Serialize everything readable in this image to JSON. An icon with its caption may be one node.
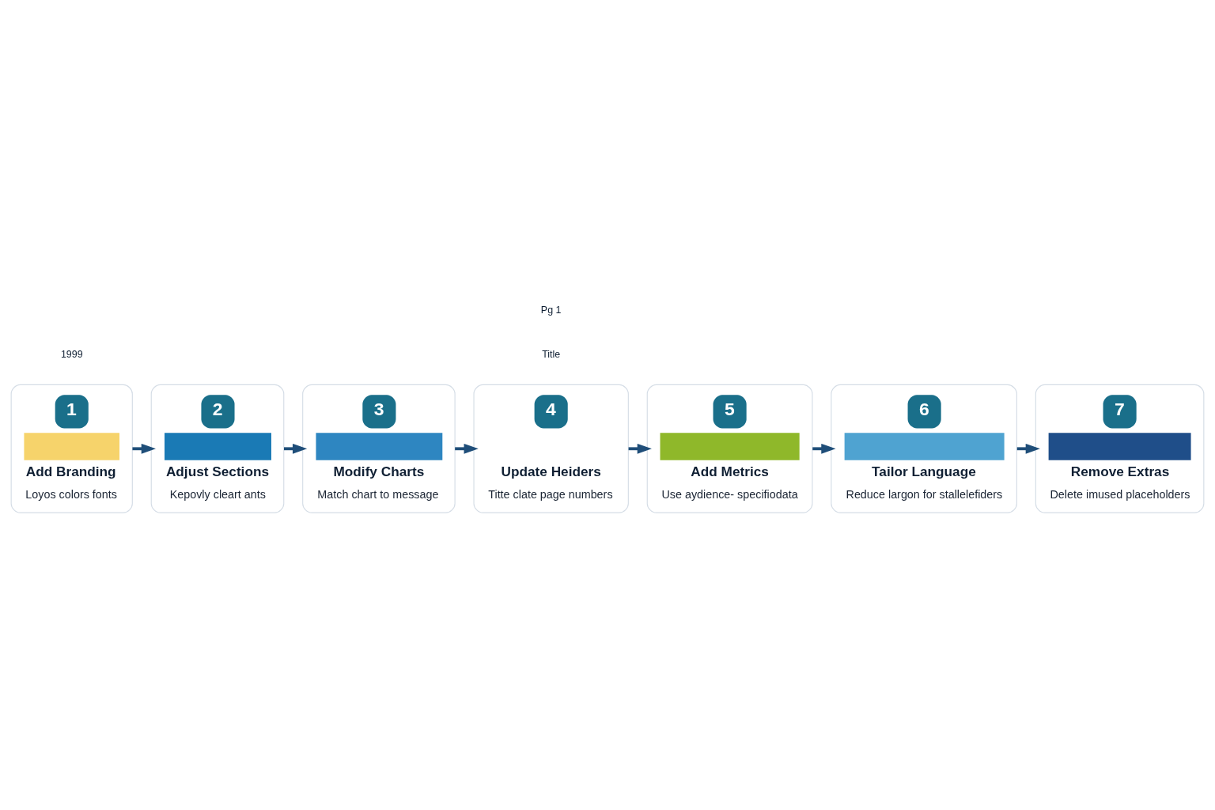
{
  "diagram": {
    "nodes": [
      {
        "text": [
          "1",
          "Add Branding",
          "Loyos colors fonts"
        ]
      },
      {
        "text": [
          "2",
          "Adjust Sections",
          "Kepovly cleart ants"
        ]
      },
      {
        "text": [
          "3",
          "Modify Charts",
          "Match chart to message"
        ]
      },
      {
        "text": [
          "4",
          "Update Heiders",
          "Titte clate page numbers"
        ]
      },
      {
        "text": [
          "5",
          "Add Metrics",
          "Use aydience- specifiodata"
        ]
      },
      {
        "text": [
          "6",
          "Tailor Language",
          "Reduce largon for stallelefiders"
        ]
      },
      {
        "text": [
          "7",
          "Remove Extras",
          "Delete imused placeholders"
        ]
      }
    ],
    "edges": [
      {
        "from": 0,
        "to": 1,
        "arrow": "to"
      },
      {
        "from": 1,
        "to": 2,
        "arrow": "to"
      },
      {
        "from": 2,
        "to": 3,
        "arrow": "to"
      },
      {
        "from": 3,
        "to": 4,
        "arrow": "to"
      },
      {
        "from": 4,
        "to": 5,
        "arrow": "to"
      },
      {
        "from": 5,
        "to": 6,
        "arrow": "to"
      }
    ],
    "labels": [
      "1999",
      "Title",
      "Pg 1"
    ]
  }
}
